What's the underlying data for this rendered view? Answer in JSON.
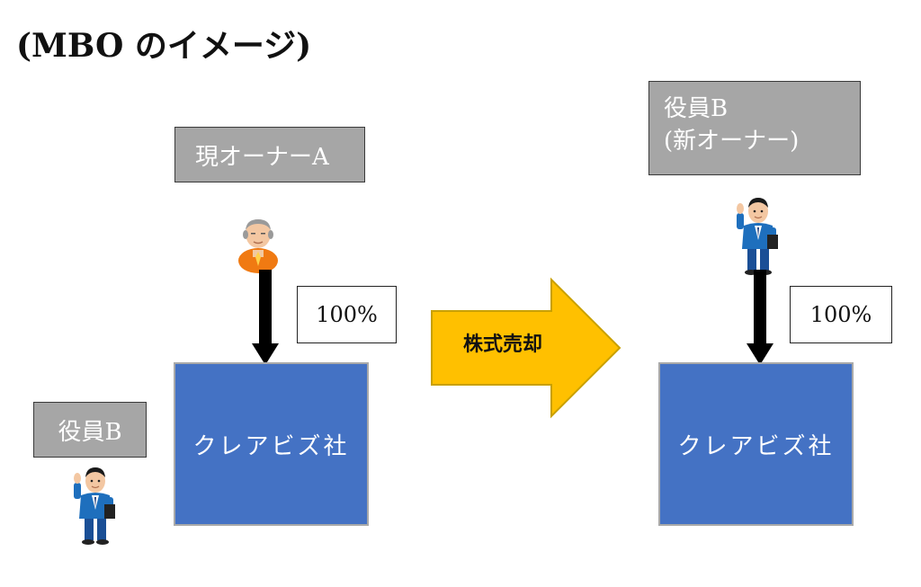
{
  "title": "(MBO のイメージ)",
  "left": {
    "owner_label": "現オーナーA",
    "percent": "100%",
    "company": "クレアビズ社",
    "officer_label": "役員B",
    "owner_icon": "elderly-man-icon",
    "officer_icon": "businessman-icon"
  },
  "arrow": {
    "label": "株式売却",
    "color": "#ffc000",
    "border": "#c9a000"
  },
  "right": {
    "owner_label_line1": "役員B",
    "owner_label_line2": "(新オーナー)",
    "percent": "100%",
    "company": "クレアビズ社",
    "officer_icon": "businessman-icon"
  },
  "colors": {
    "company_fill": "#4472c4",
    "label_fill": "#a6a6a6",
    "ownership_arrow": "#000000"
  }
}
